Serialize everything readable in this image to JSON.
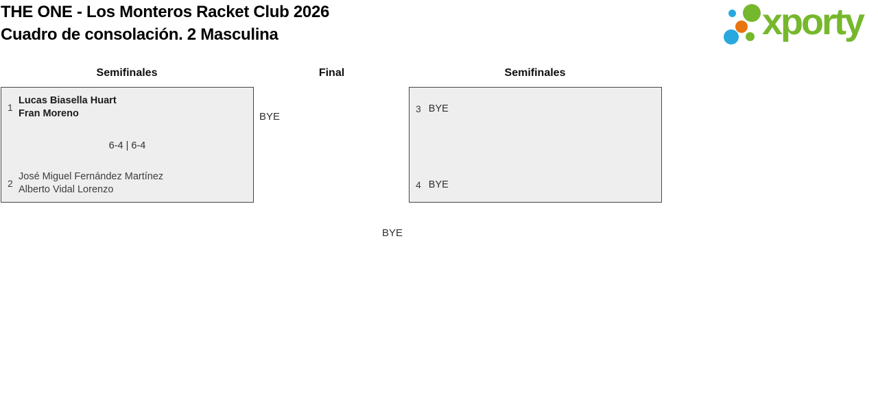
{
  "page": {
    "title_line1": "THE ONE - Los Monteros Racket Club 2026",
    "title_line2": "Cuadro de consolación. 2 Masculina"
  },
  "logo": {
    "text": "xporty",
    "colors": {
      "green": "#76b82d",
      "blue": "#29a8e0",
      "orange": "#e87511"
    }
  },
  "rounds": {
    "left": "Semifinales",
    "center": "Final",
    "right": "Semifinales"
  },
  "matches": {
    "semifinal_left": {
      "team1_seed": "1",
      "team1_player1": "Lucas Biasella Huart",
      "team1_player2": "Fran Moreno",
      "score": "6-4 | 6-4",
      "team2_seed": "2",
      "team2_player1": "José Miguel Fernández Martínez",
      "team2_player2": "Alberto Vidal Lorenzo"
    },
    "semifinal_right": {
      "team1_seed": "3",
      "team1_name": "BYE",
      "team2_seed": "4",
      "team2_name": "BYE"
    },
    "final": {
      "slot1": "BYE",
      "slot2": "BYE"
    }
  }
}
